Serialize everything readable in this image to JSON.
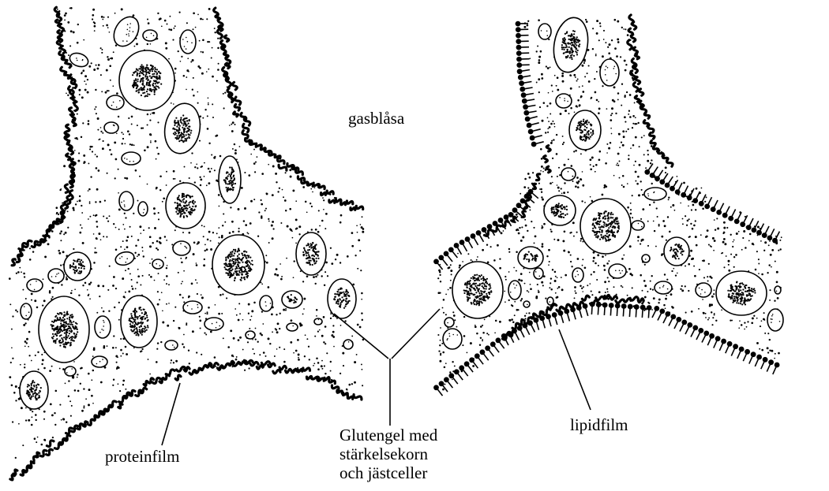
{
  "labels": {
    "gas_bubble": "gasblåsa",
    "protein_film": "proteinfilm",
    "lipid_film": "lipidfilm",
    "gluten_gel": {
      "line1": "Glutengel med",
      "line2": "stärkelsekorn",
      "line3": "och jästceller"
    }
  },
  "colors": {
    "ink": "#000000",
    "background": "#ffffff"
  }
}
